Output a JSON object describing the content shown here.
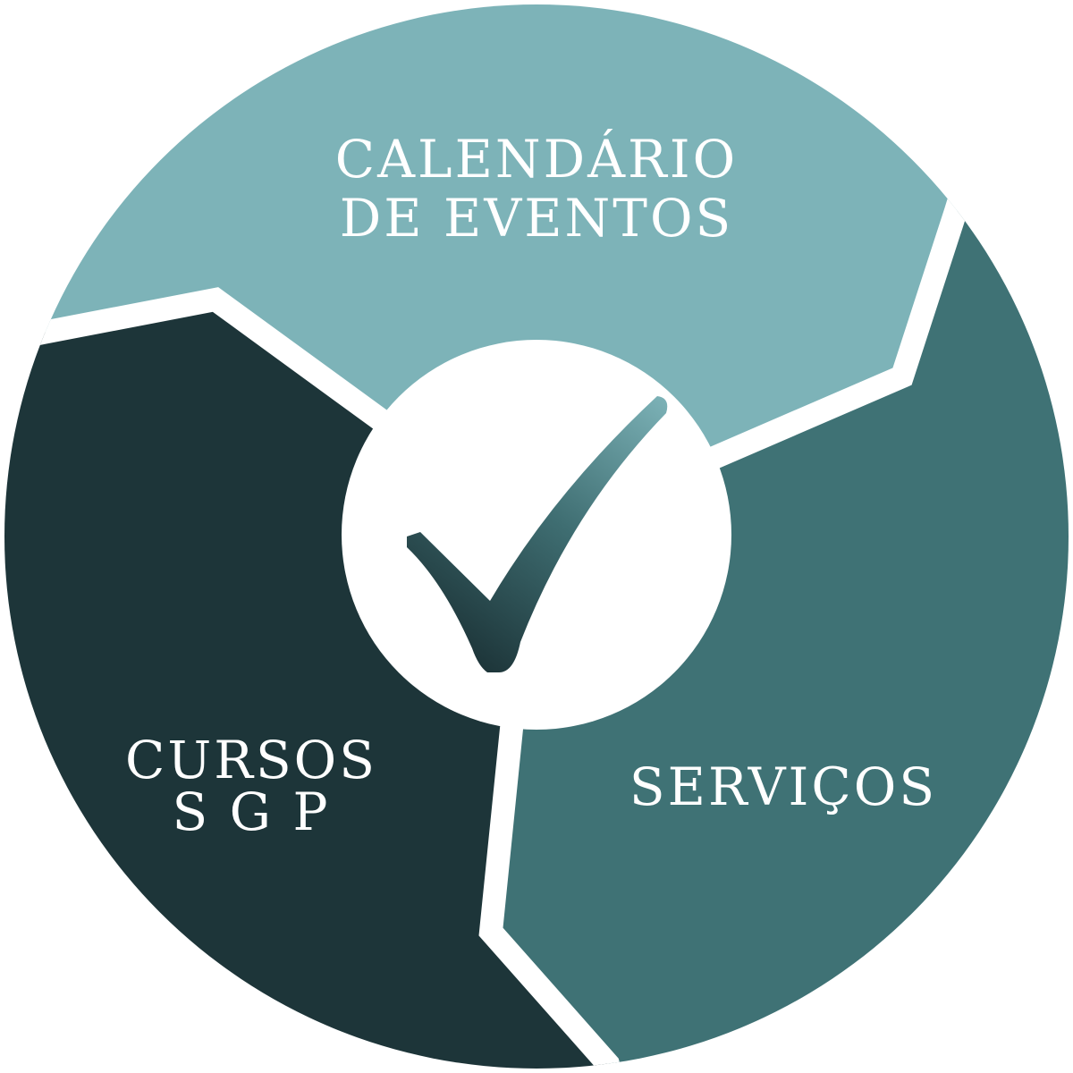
{
  "segments": [
    {
      "id": "calendario",
      "lines": [
        "CALENDÁRIO",
        "DE EVENTOS"
      ],
      "color": "#7db3b8"
    },
    {
      "id": "servicos",
      "lines": [
        "SERVIÇOS"
      ],
      "color": "#3f7275"
    },
    {
      "id": "cursos",
      "lines": [
        "CURSOS",
        "S G P"
      ],
      "color": "#1d3539"
    }
  ],
  "center": {
    "icon": "checkmark-icon",
    "background": "#ffffff"
  },
  "divider_color": "#ffffff"
}
